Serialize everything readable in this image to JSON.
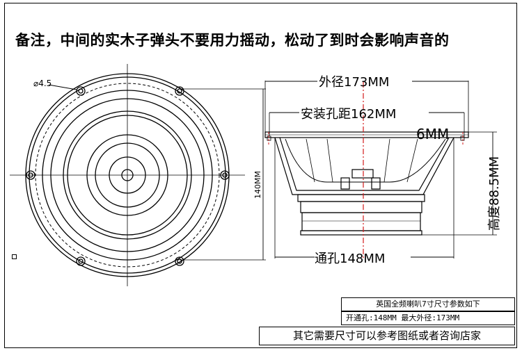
{
  "note": "备注，中间的实木子弹头不要用力摇动，松动了到时会影响声音的",
  "dims": {
    "hole_diameter": "⌀4.5",
    "outer_diameter": "外径173MM",
    "mount_spacing": "安装孔距162MM",
    "flange_thickness": "6MM",
    "height": "高度88.5MM",
    "front_height": "140MM",
    "cutout": "通孔148MM"
  },
  "table": {
    "title": "英国全频喇叭7寸尺寸参数如下",
    "specs": "开通孔:148MM 最大外径:173MM"
  },
  "footer": "其它需要尺寸可以参考图纸或者咨询店家",
  "colors": {
    "ink": "#000000",
    "centerline": "#d11a1a"
  }
}
